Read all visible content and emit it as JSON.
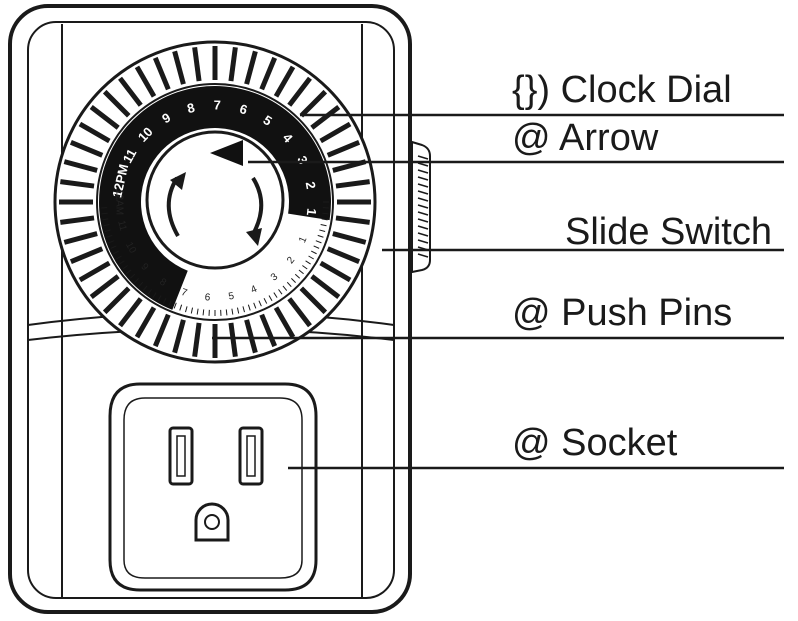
{
  "callouts": [
    {
      "id": "clock-dial",
      "label": "{}) Clock Dial"
    },
    {
      "id": "arrow",
      "label": "@ Arrow"
    },
    {
      "id": "slide-switch",
      "label": "Slide Switch"
    },
    {
      "id": "push-pins",
      "label": "@ Push Pins"
    },
    {
      "id": "socket",
      "label": "@ Socket"
    }
  ],
  "dial": {
    "outer_ring_numbers": [
      "1",
      "2",
      "3",
      "4",
      "5",
      "6",
      "7",
      "8",
      "9",
      "10",
      "11",
      "12PM"
    ],
    "inner_ring_numbers": [
      "1",
      "2",
      "3",
      "4",
      "5",
      "6",
      "7",
      "8",
      "9",
      "10",
      "11",
      "12AM"
    ],
    "pin_count": 48
  },
  "colors": {
    "outline": "#1a1a1a",
    "background": "#ffffff"
  }
}
